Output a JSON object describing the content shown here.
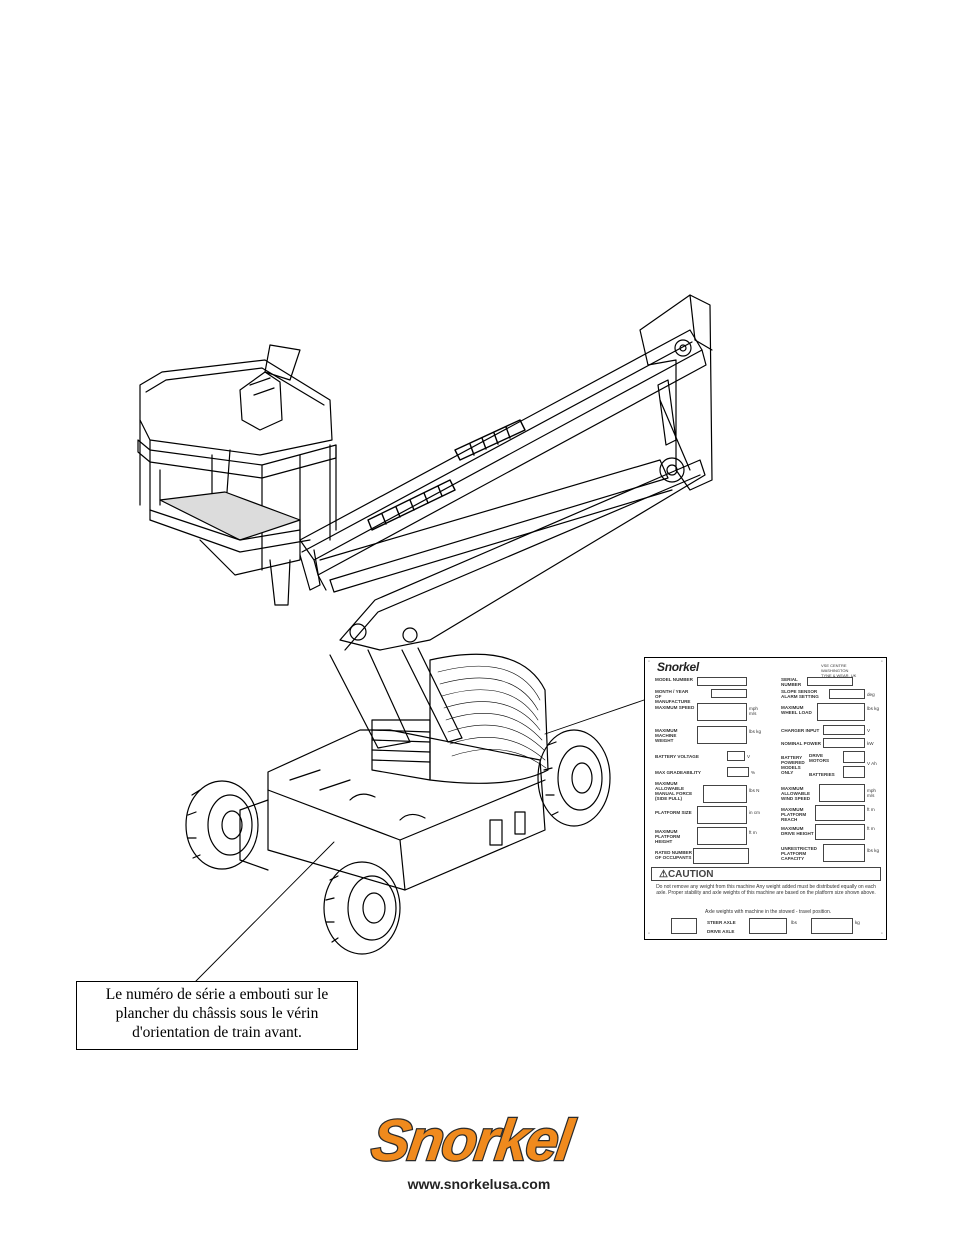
{
  "callout": {
    "lines": [
      "Le numéro de série a embouti sur le",
      "plancher du châssis sous le vérin",
      "d'orientation de train avant."
    ]
  },
  "plate": {
    "brand": "Snorkel",
    "address": [
      "VSE CENTRE",
      "WASHINGTON",
      "TYNE & WEAR, UK"
    ],
    "left_fields": [
      {
        "label": "MODEL NUMBER",
        "unit": ""
      },
      {
        "label": "MONTH / YEAR OF MANUFACTURE",
        "unit": ""
      },
      {
        "label": "MAXIMUM SPEED",
        "unit": "mph m/s"
      },
      {
        "label": "MAXIMUM MACHINE WEIGHT",
        "unit": "lbs kg"
      },
      {
        "label": "BATTERY VOLTAGE",
        "unit": "V"
      },
      {
        "label": "MAX GRADEABILITY",
        "unit": "%"
      },
      {
        "label": "MAXIMUM ALLOWABLE MANUAL FORCE (SIDE PULL)",
        "unit": "lbs N"
      },
      {
        "label": "PLATFORM SIZE",
        "unit": "in cm"
      },
      {
        "label": "MAXIMUM PLATFORM HEIGHT",
        "unit": "ft m"
      },
      {
        "label": "RATED NUMBER OF OCCUPANTS",
        "unit": ""
      }
    ],
    "right_fields": [
      {
        "label": "SERIAL NUMBER",
        "unit": ""
      },
      {
        "label": "SLOPE SENSOR ALARM SETTING",
        "unit": "deg"
      },
      {
        "label": "MAXIMUM WHEEL LOAD",
        "unit": "lbs kg"
      },
      {
        "label": "CHARGER INPUT",
        "unit": "V"
      },
      {
        "label": "NOMINAL POWER",
        "unit": "kW"
      },
      {
        "label": "BATTERY POWERED MODELS ONLY",
        "unit": "V Ah"
      },
      {
        "label": "MAXIMUM ALLOWABLE WIND SPEED",
        "unit": "mph m/s"
      },
      {
        "label": "MAXIMUM PLATFORM REACH",
        "unit": "ft m"
      },
      {
        "label": "MAXIMUM DRIVE HEIGHT",
        "unit": "ft m"
      },
      {
        "label": "UNRESTRICTED PLATFORM CAPACITY",
        "unit": "lbs kg"
      }
    ],
    "drive_motors": "DRIVE MOTORS",
    "batteries": "BATTERIES",
    "caution_title": "⚠CAUTION",
    "caution_body": "Do not remove any weight from this machine Any weight added must be distributed equally on each axle. Proper stability and axle weights of this machine are based on the platform size shown above.",
    "axle_intro": "Axle weights with machine in the stowed - travel position.",
    "steer_axle": "STEER AXLE",
    "drive_axle": "DRIVE AXLE",
    "axle_units": [
      "lbs",
      "kg"
    ]
  },
  "logo": {
    "brand": "Snorkel",
    "url": "www.snorkelusa.com",
    "brand_color": "#f08a1d"
  }
}
